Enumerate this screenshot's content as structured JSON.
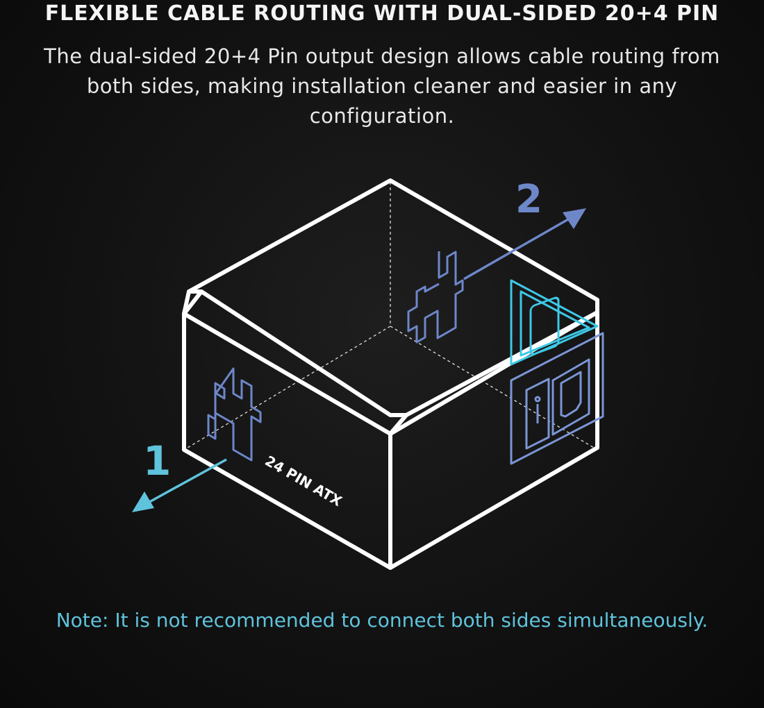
{
  "heading": {
    "title": "FLEXIBLE CABLE ROUTING WITH DUAL-SIDED 20+4 PIN",
    "description": "The dual-sided 20+4 Pin output design allows cable routing from both sides, making installation cleaner and easier in any configuration."
  },
  "diagram": {
    "connector_label": "24 PIN ATX",
    "arrow_1_label": "1",
    "arrow_2_label": "2",
    "colors": {
      "outline": "#ffffff",
      "arrow_1": "#5fc3dc",
      "arrow_2": "#6d87c9",
      "port_cyan": "#3ec8e6",
      "port_blue": "#7b96d6"
    },
    "icons": [
      "connector-icon",
      "power-socket-icon",
      "power-switch-icon"
    ]
  },
  "footer": {
    "note": "Note: It is not recommended to connect both sides simultaneously."
  }
}
